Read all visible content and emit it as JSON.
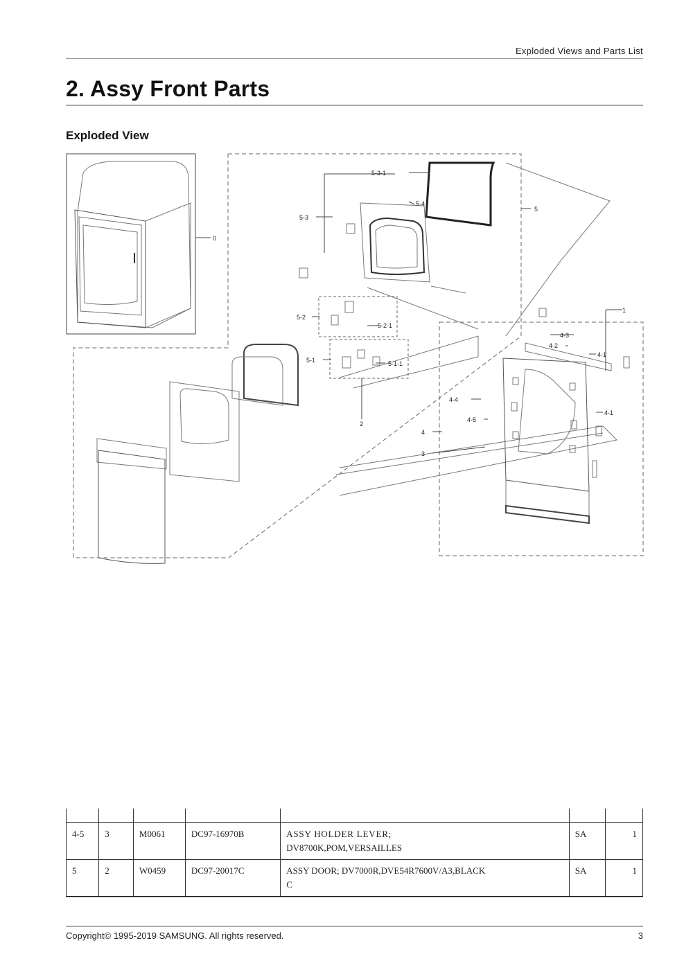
{
  "header": {
    "running_title": "Exploded Views and Parts List"
  },
  "page_title": "2.  Assy Front Parts",
  "section_title": "Exploded View",
  "diagram": {
    "callouts": {
      "c0": "0",
      "c1": "1",
      "c2": "2",
      "c3": "3",
      "c4": "4",
      "c4_1a": "4-1",
      "c4_1b": "4-1",
      "c4_2": "4-2",
      "c4_3": "4-3",
      "c4_4": "4-4",
      "c4_5": "4-5",
      "c5": "5",
      "c5_1": "5-1",
      "c5_1_1": "5-1-1",
      "c5_2": "5-2",
      "c5_2_1": "5-2-1",
      "c5_3": "5-3",
      "c5_3_1": "5-3-1",
      "c5_4": "5-4"
    }
  },
  "parts_table": {
    "rows": [
      {
        "no": "4-5",
        "sa": "3",
        "loc": "M0061",
        "code": "DC97-16970B",
        "desc_line1": "ASSY  HOLDER  LEVER;",
        "desc_line2": "DV8700K,POM,VERSAILLES",
        "spec": "SA",
        "qty": "1"
      },
      {
        "no": "5",
        "sa": "2",
        "loc": "W0459",
        "code": "DC97-20017C",
        "desc_line1": "ASSY DOOR; DV7000R,DVE54R7600V/A3,BLACK",
        "desc_line2": "C",
        "spec": "SA",
        "qty": "1"
      }
    ]
  },
  "footer": {
    "copyright": "Copyright© 1995-2019 SAMSUNG. All rights reserved.",
    "page_number": "3"
  }
}
